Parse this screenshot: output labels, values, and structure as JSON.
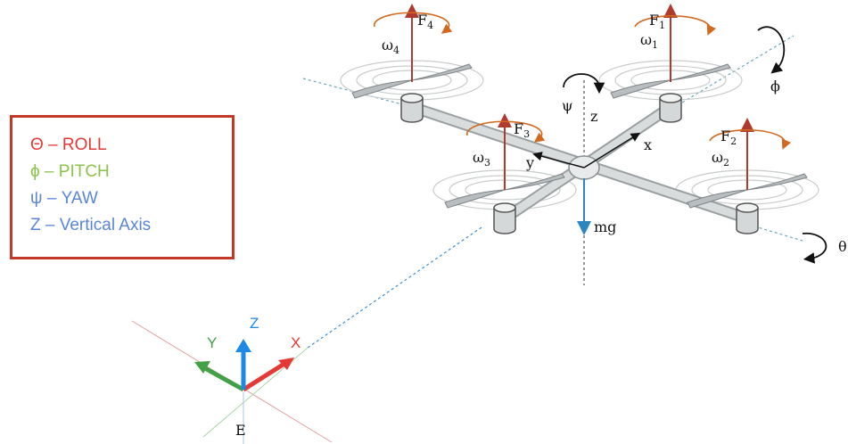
{
  "legend": {
    "roll": {
      "text": "Θ – ROLL",
      "color": "#e53935"
    },
    "pitch": {
      "text": "ϕ – PITCH",
      "color": "#8bc34a"
    },
    "yaw": {
      "text": "ψ – YAW",
      "color": "#5b86d6"
    },
    "vertical": {
      "text": "Z – Vertical Axis",
      "color": "#5b86d6"
    }
  },
  "rotors": {
    "r4": {
      "force": "F",
      "force_sub": "4",
      "omega": "ω",
      "omega_sub": "4"
    },
    "r1": {
      "force": "F",
      "force_sub": "1",
      "omega": "ω",
      "omega_sub": "1"
    },
    "r3": {
      "force": "F",
      "force_sub": "3",
      "omega": "ω",
      "omega_sub": "3"
    },
    "r2": {
      "force": "F",
      "force_sub": "2",
      "omega": "ω",
      "omega_sub": "2"
    }
  },
  "body_axes": {
    "x": "x",
    "y": "y",
    "z": "z"
  },
  "angles": {
    "psi": "ψ",
    "phi": "ϕ",
    "theta": "θ"
  },
  "weight": "mg",
  "earth_frame": {
    "label": "E",
    "x": {
      "text": "X",
      "color": "#e53935"
    },
    "y": {
      "text": "Y",
      "color": "#43a047"
    },
    "z": {
      "text": "Z",
      "color": "#1e88e5"
    }
  },
  "colors": {
    "force": "#b03a2e",
    "spin": "#d2691e",
    "weight": "#2e86c1",
    "frame_arm": "#cfd4d6"
  }
}
